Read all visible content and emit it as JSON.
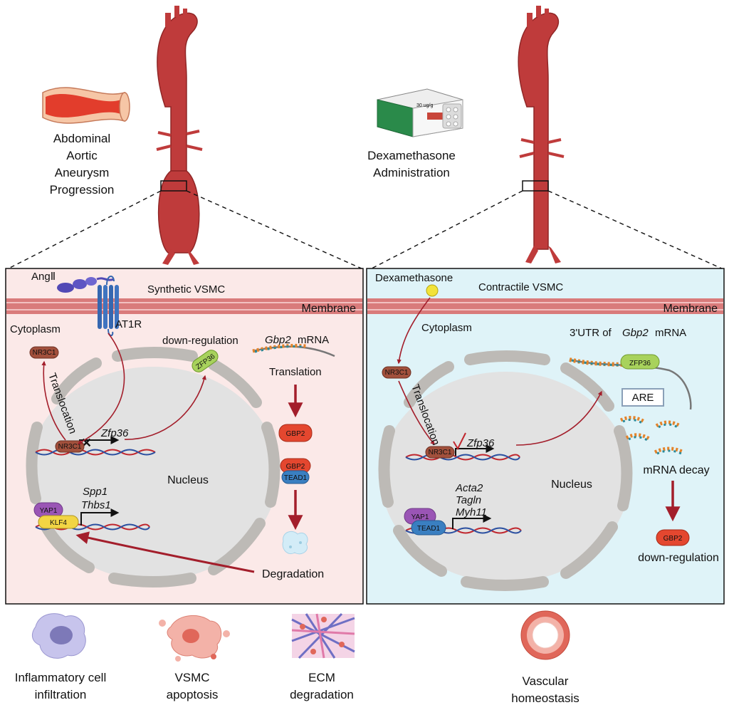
{
  "left": {
    "title": [
      "Abdominal",
      "Aortic",
      "Aneurysm",
      "Progression"
    ],
    "cell_label": "Synthetic VSMC",
    "membrane": "Membrane",
    "cytoplasm": "Cytoplasm",
    "ligand": "AngⅡ",
    "receptor": "AT1R",
    "down_regulation": "down-regulation",
    "mrna_gene": "Gbp2",
    "mrna_suffix": "mRNA",
    "translation": "Translation",
    "translocation": "Translocation",
    "nr3c1": "NR3C1",
    "zfp36_gene": "Zfp36",
    "zfp36_protein": "ZFP36",
    "gbp2": "GBP2",
    "tead1": "TEAD1",
    "yap1": "YAP1",
    "klf4": "KLF4",
    "genes": [
      "Spp1",
      "Thbs1"
    ],
    "nucleus": "Nucleus",
    "degradation": "Degradation"
  },
  "right": {
    "title": [
      "Dexamethasone",
      "Administration"
    ],
    "cell_label": "Contractile VSMC",
    "membrane": "Membrane",
    "cytoplasm": "Cytoplasm",
    "ligand": "Dexamethasone",
    "utr_prefix": "3'UTR of",
    "utr_gene": "Gbp2",
    "utr_suffix": "mRNA",
    "zfp36_protein": "ZFP36",
    "are": "ARE",
    "translocation": "Translocation",
    "nr3c1": "NR3C1",
    "zfp36_gene": "Zfp36",
    "mrna_decay": "mRNA decay",
    "yap1": "YAP1",
    "tead1": "TEAD1",
    "genes": [
      "Acta2",
      "Tagln",
      "Myh11"
    ],
    "nucleus": "Nucleus",
    "gbp2": "GBP2",
    "down_regulation": "down-regulation"
  },
  "outcomes": [
    {
      "lines": [
        "Inflammatory cell",
        "infiltration"
      ]
    },
    {
      "lines": [
        "VSMC",
        "apoptosis"
      ]
    },
    {
      "lines": [
        "ECM",
        "degradation"
      ]
    },
    {
      "lines": [
        "Vascular",
        "homeostasis"
      ]
    }
  ],
  "drug_box_text": "30 ug/g",
  "colors": {
    "aorta": "#bf3b3b",
    "arrow": "#a31e2b",
    "membrane": "#d97b7b",
    "left_panel_bg": "#fbe9e8",
    "right_panel_bg": "#dff3f8",
    "nucleus": "#e2e2e2",
    "nr3c1": "#a2503c",
    "gbp2": "#e4472f",
    "tead1": "#3a7fc1",
    "yap1": "#9a55b5",
    "klf4": "#f2d544",
    "zfp36": "#a8d25c",
    "dexamethasone": "#f2e33a",
    "receptor": "#3567b0"
  }
}
